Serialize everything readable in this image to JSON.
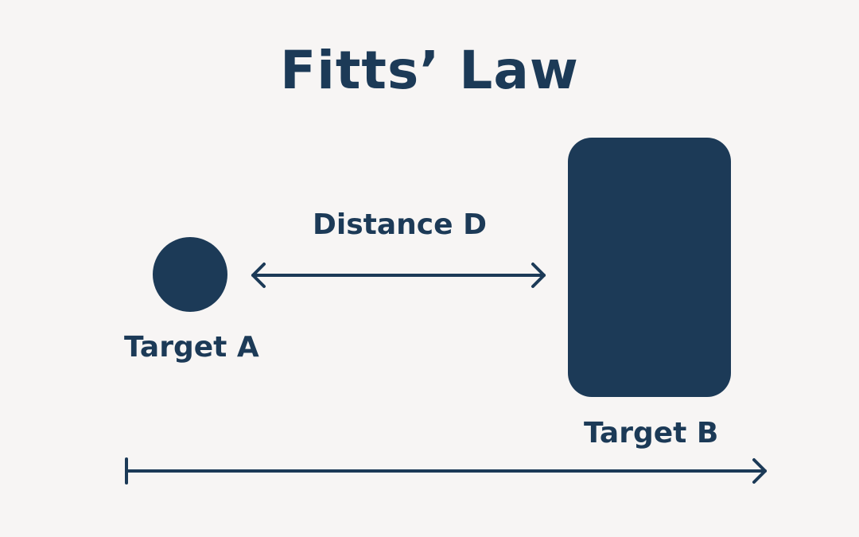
{
  "title": "Fitts’ Law",
  "labels": {
    "distance": "Distance D",
    "target_a": "Target A",
    "target_b": "Target B"
  },
  "colors": {
    "background": "#f7f5f4",
    "ink": "#1c3a57"
  }
}
